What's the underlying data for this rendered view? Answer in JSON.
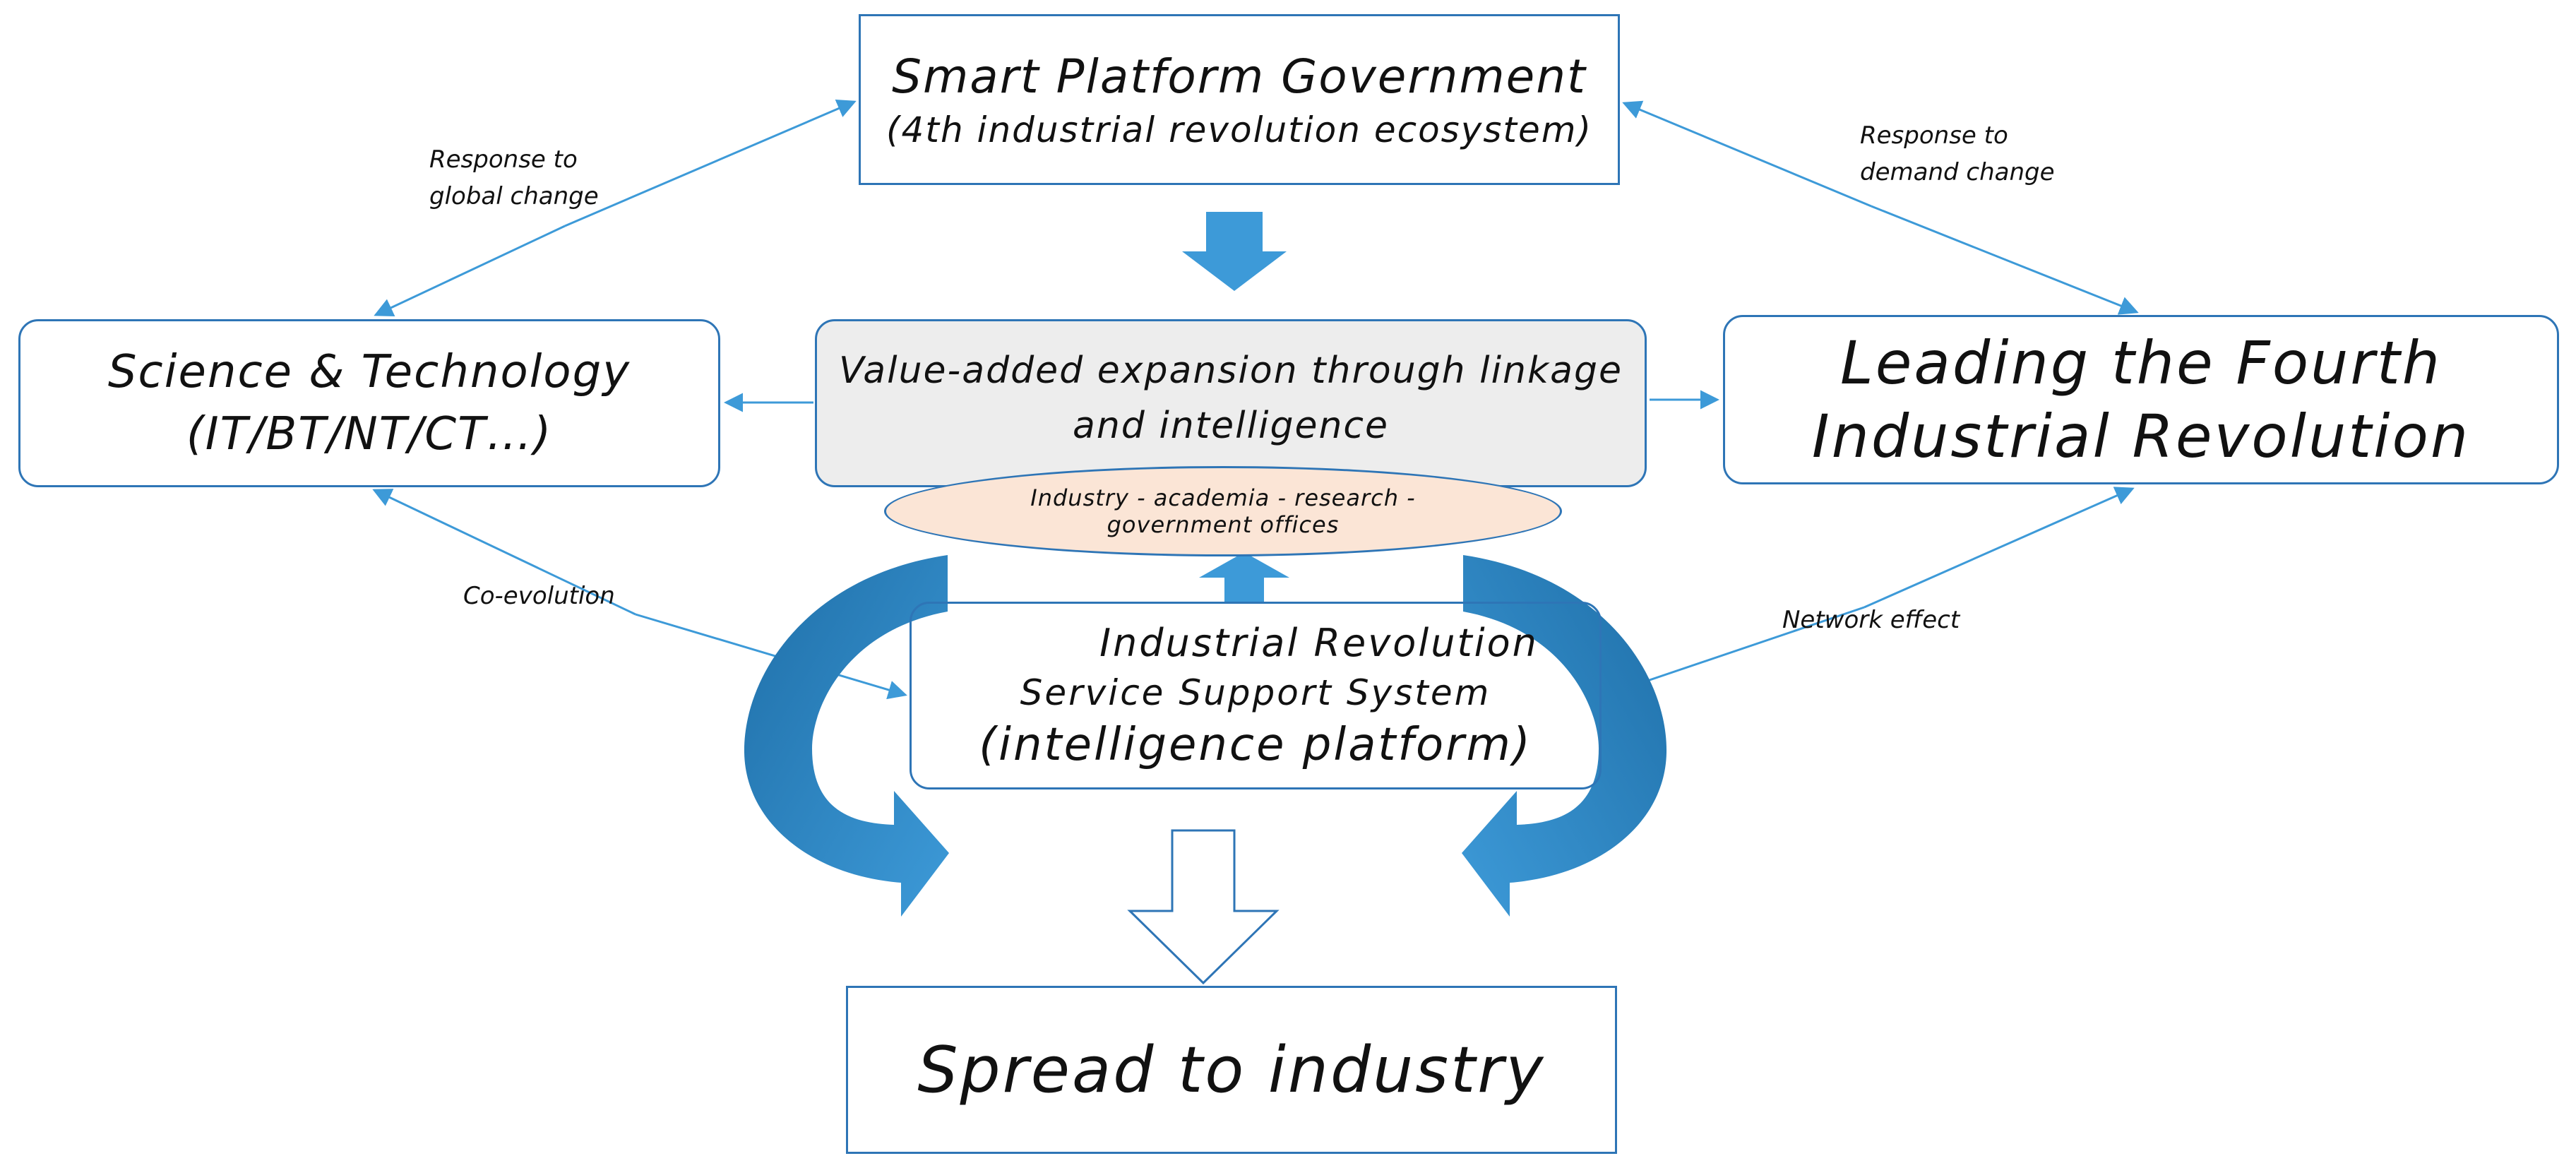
{
  "nodes": {
    "government": {
      "line1": "Smart Platform Government",
      "line2": "(4th industrial revolution ecosystem)"
    },
    "science": {
      "line1": "Science & Technology",
      "line2": "(IT/BT/NT/CT…)"
    },
    "value_added": {
      "line1": "Value-added expansion through linkage",
      "line2": "and intelligence"
    },
    "leading": {
      "line1": "Leading the Fourth",
      "line2": "Industrial Revolution"
    },
    "partners": {
      "line1": "Industry - academia - research -",
      "line2": "government offices"
    },
    "service": {
      "line1": "Industrial Revolution",
      "line2": "Service Support System",
      "line3": "(intelligence platform)"
    },
    "spread": {
      "line1": "Spread to industry"
    }
  },
  "edge_labels": {
    "global": {
      "line1": "Response to",
      "line2": "global change"
    },
    "demand": {
      "line1": "Response to",
      "line2": "demand change"
    },
    "coevolution": "Co-evolution",
    "network": "Network effect"
  },
  "colors": {
    "border": "#2e75b6",
    "arrow": "#3d9ad8",
    "arrow_dark": "#1f6fa8",
    "value_box_fill": "#ededed",
    "ellipse_fill": "#fbe5d6"
  }
}
